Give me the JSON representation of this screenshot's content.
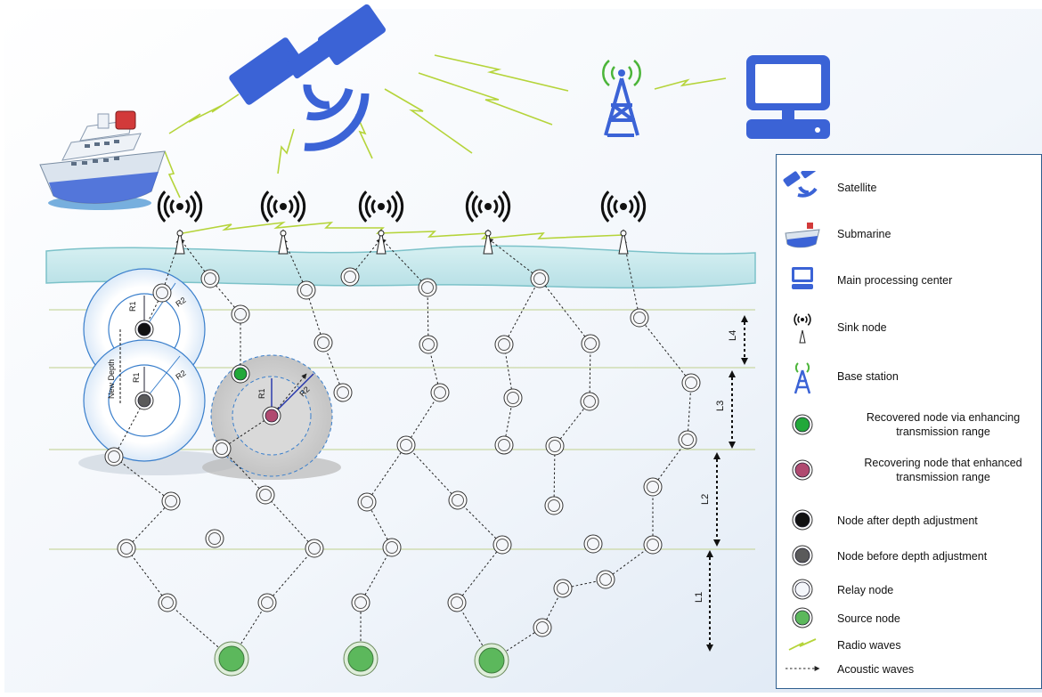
{
  "levels": [
    "L4",
    "L3",
    "L2",
    "L1"
  ],
  "range_labels": {
    "r1": "R1",
    "r2": "R2",
    "new_depth": "New Depth"
  },
  "legend": {
    "items": [
      {
        "icon": "satellite-icon",
        "label": "Satellite"
      },
      {
        "icon": "ship-icon",
        "label": "Submarine"
      },
      {
        "icon": "computer-icon",
        "label": "Main processing center"
      },
      {
        "icon": "sink-node-icon",
        "label": "Sink node"
      },
      {
        "icon": "base-station-icon",
        "label": "Base station"
      },
      {
        "icon": "recovered-node-icon",
        "label": "Recovered node via enhancing transmission range"
      },
      {
        "icon": "recovering-node-icon",
        "label": "Recovering node that enhanced transmission range"
      },
      {
        "icon": "node-after-depth-icon",
        "label": "Node after depth adjustment"
      },
      {
        "icon": "node-before-depth-icon",
        "label": "Node before depth adjustment"
      },
      {
        "icon": "relay-node-icon",
        "label": "Relay node"
      },
      {
        "icon": "source-node-icon",
        "label": "Source node"
      },
      {
        "icon": "radio-wave-icon",
        "label": "Radio waves"
      },
      {
        "icon": "acoustic-wave-icon",
        "label": "Acoustic waves"
      }
    ]
  },
  "colors": {
    "recovered": "#22a83a",
    "recovering": "#b04a70",
    "after_depth": "#111111",
    "before_depth": "#5a5a5a",
    "source": "#5cb85c",
    "radio": "#b5d43a",
    "icon_blue": "#3b63d6"
  }
}
